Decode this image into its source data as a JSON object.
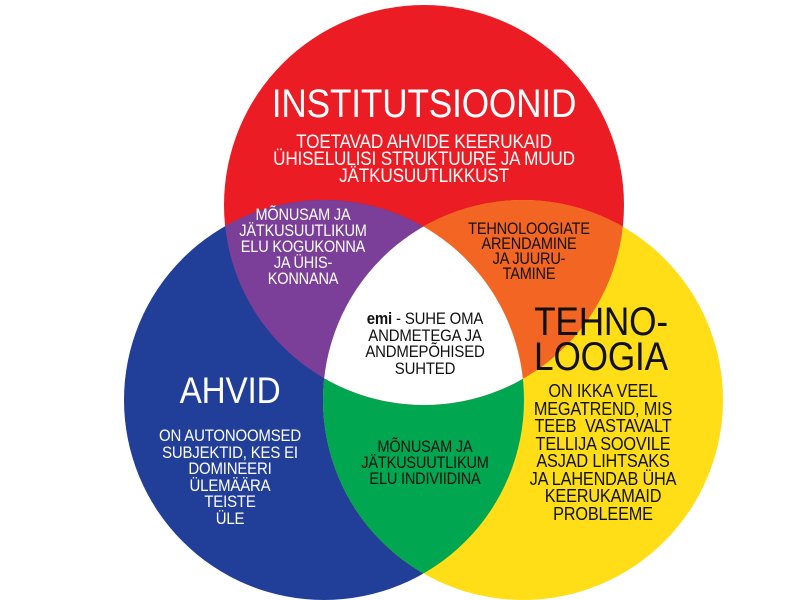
{
  "colors": {
    "institutsioonid": "#EC1C24",
    "ahvid": "#213F99",
    "tehnoloogia": "#FFDE17",
    "institutsioonid_ahvid": "#7B3F99",
    "institutsioonid_tehnoloogia": "#F26522",
    "ahvid_tehnoloogia": "#00A650",
    "center": "#FFFFFF"
  },
  "sets": {
    "institutsioonid": {
      "title": "INSTITUTSIOONID",
      "lines": [
        "TOETAVAD AHVIDE KEERUKAID",
        "ÜHISELULISI STRUKTUURE JA MUUD",
        "JÄTKUSUUTLIKKUST"
      ]
    },
    "ahvid": {
      "title": "AHVID",
      "lines": [
        "ON AUTONOOMSED",
        "SUBJEKTID, KES EI",
        "DOMINEERI",
        "ÜLEMÄÄRA",
        "TEISTE",
        "ÜLE"
      ]
    },
    "tehnoloogia": {
      "title_lines": [
        "TEHNO-",
        "LOOGIA"
      ],
      "lines": [
        "ON IKKA VEEL",
        "MEGATREND, MIS",
        "TEEB  VASTAVALT",
        "TELLIJA SOOVILE",
        "ASJAD LIHTSAKS",
        "JA LAHENDAB ÜHA",
        "KEERUKAMAID",
        "PROBLEEME"
      ]
    }
  },
  "intersections": {
    "institutsioonid_ahvid": {
      "lines": [
        "MÕNUSAM JA",
        "JÄTKUSUUTLIKUM",
        "ELU KOGUKONNA",
        "JA ÜHIS-",
        "KONNANA"
      ]
    },
    "institutsioonid_tehnoloogia": {
      "lines": [
        "TEHNOLOOGIATE",
        "ARENDAMINE",
        "JA JUURU-",
        "TAMINE"
      ]
    },
    "ahvid_tehnoloogia": {
      "lines": [
        "MÕNUSAM JA",
        "JÄTKUSUUTLIKUM",
        "ELU INDIVIIDINA"
      ]
    },
    "center": {
      "bold": "emi",
      "first_rest": " - SUHE OMA",
      "lines": [
        "ANDMETEGA JA",
        "ANDMEPÕHISED",
        "SUHTED"
      ]
    }
  }
}
